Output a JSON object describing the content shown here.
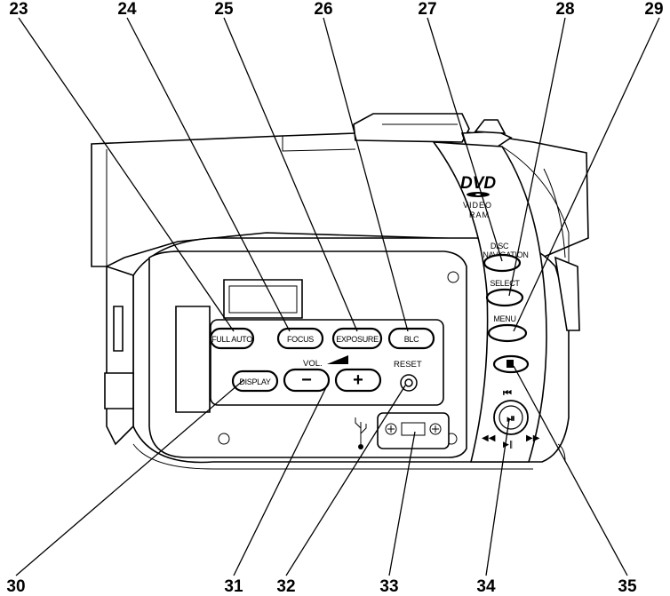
{
  "callouts": {
    "n23": "23",
    "n24": "24",
    "n25": "25",
    "n26": "26",
    "n27": "27",
    "n28": "28",
    "n29": "29",
    "n30": "30",
    "n31": "31",
    "n32": "32",
    "n33": "33",
    "n34": "34",
    "n35": "35"
  },
  "buttons": {
    "full_auto": "FULL AUTO",
    "focus": "FOCUS",
    "exposure": "EXPOSURE",
    "blc": "BLC",
    "display": "DISPLAY",
    "vol_minus": "−",
    "vol_plus": "+",
    "disc_navigation_line1": "DISC",
    "disc_navigation_line2": "NAVIGATION",
    "select": "SELECT",
    "menu": "MENU"
  },
  "labels": {
    "vol": "VOL.",
    "reset": "RESET",
    "dvd": "DVD",
    "dvd_video": "VIDEO",
    "dvd_ram": "RAM"
  }
}
